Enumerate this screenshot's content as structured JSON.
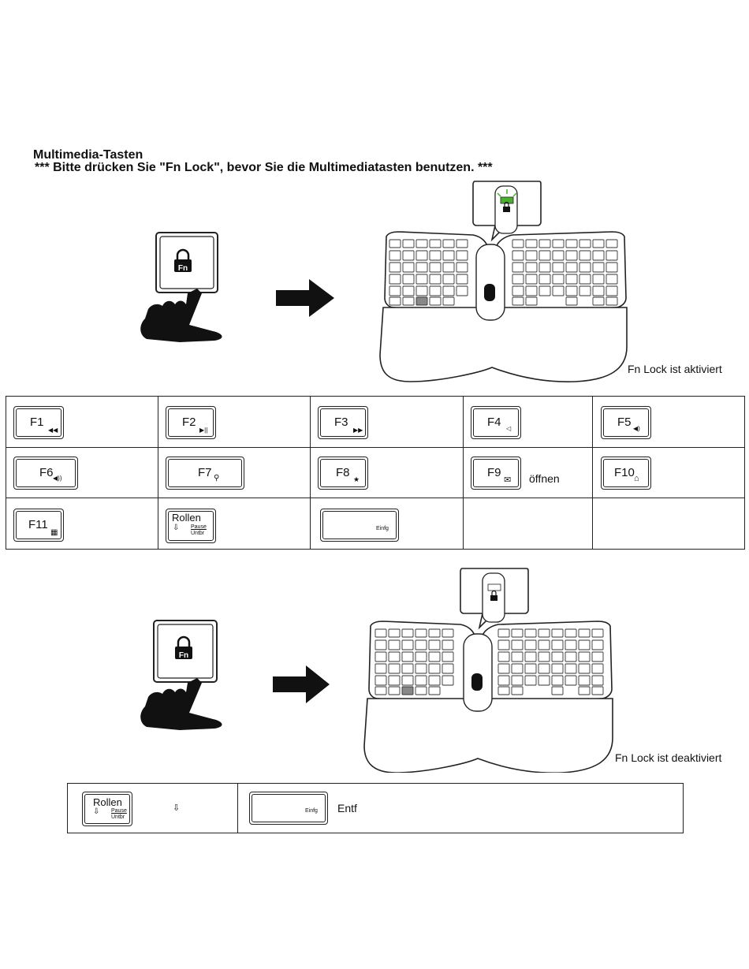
{
  "heading": {
    "title": "Multimedia-Tasten",
    "subtitle": "*** Bitte drücken Sie \"Fn Lock\", bevor Sie die Multimediatasten benutzen. ***"
  },
  "status": {
    "activated": "Fn Lock ist aktiviert",
    "deactivated": "Fn Lock ist deaktiviert"
  },
  "fn_label": "Fn",
  "table1": {
    "rows": [
      [
        {
          "key": "F1",
          "icon": "rewind-icon",
          "glyph": "◀◀",
          "desc": ""
        },
        {
          "key": "F2",
          "icon": "play-pause-icon",
          "glyph": "▶||",
          "desc": ""
        },
        {
          "key": "F3",
          "icon": "fast-forward-icon",
          "glyph": "▶▶",
          "desc": ""
        },
        {
          "key": "F4",
          "icon": "mute-icon",
          "glyph": "◁",
          "desc": ""
        },
        {
          "key": "F5",
          "icon": "volume-down-icon",
          "glyph": "◀)",
          "desc": ""
        }
      ],
      [
        {
          "key": "F6",
          "icon": "volume-up-icon",
          "glyph": "◀))",
          "desc": ""
        },
        {
          "key": "F7",
          "icon": "search-icon",
          "glyph": "⚲",
          "desc": ""
        },
        {
          "key": "F8",
          "icon": "star-icon",
          "glyph": "★",
          "desc": ""
        },
        {
          "key": "F9",
          "icon": "mail-icon",
          "glyph": "✉",
          "desc": "öffnen"
        },
        {
          "key": "F10",
          "icon": "home-icon",
          "glyph": "⌂",
          "desc": ""
        }
      ],
      [
        {
          "key": "F11",
          "icon": "calculator-icon",
          "glyph": "▦",
          "desc": ""
        },
        {
          "key": "Rollen",
          "sub1": "Pause",
          "sub2": "Untbr",
          "icon": "down-arrow-icon",
          "glyph": "⇩",
          "desc": ""
        },
        {
          "key": "",
          "sub1": "Einfg",
          "desc": ""
        },
        {
          "key": "",
          "desc": ""
        },
        {
          "key": "",
          "desc": ""
        }
      ]
    ]
  },
  "table2": {
    "cells": [
      {
        "key": "Rollen",
        "sub1": "Pause",
        "sub2": "Untbr",
        "glyph": "⇩",
        "desc": "⇩"
      },
      {
        "key": "",
        "sub1": "Einfg",
        "desc": "Entf"
      }
    ]
  }
}
